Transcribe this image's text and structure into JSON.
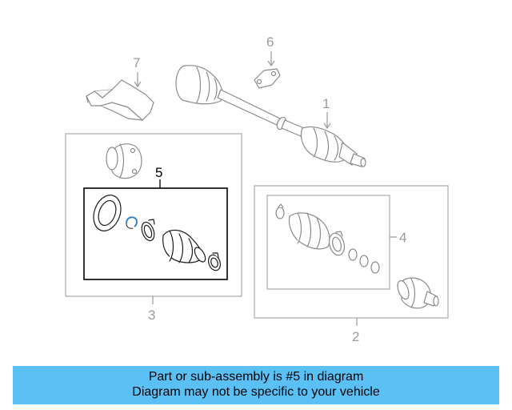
{
  "diagram": {
    "callouts": {
      "c1": "1",
      "c2": "2",
      "c3": "3",
      "c4": "4",
      "c5": "5",
      "c6": "6",
      "c7": "7"
    },
    "highlighted_callout": "5"
  },
  "banner": {
    "line1": "Part or sub-assembly is #5 in diagram",
    "line2": "Diagram may not be specific to your vehicle",
    "background": "#5bc0f6"
  }
}
